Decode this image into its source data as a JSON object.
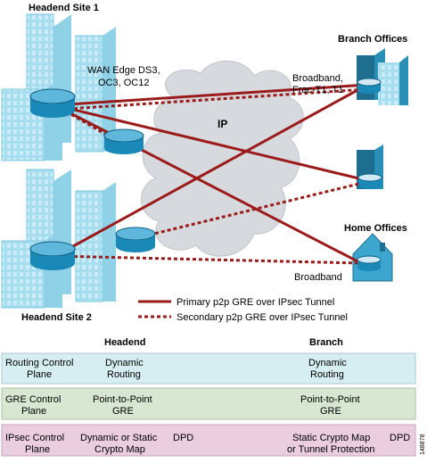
{
  "diagram": {
    "headend_site_1": "Headend Site 1",
    "headend_site_2": "Headend Site 2",
    "wan_edge_line1": "WAN Edge DS3,",
    "wan_edge_line2": "OC3, OC12",
    "ip_cloud": "IP",
    "branch_offices": "Branch Offices",
    "branch_link_line1": "Broadband,",
    "branch_link_line2": "Frac-T1, T1",
    "home_offices": "Home Offices",
    "home_link": "Broadband",
    "legend_primary": "Primary p2p GRE over IPsec Tunnel",
    "legend_secondary": "Secondary p2p GRE over IPsec Tunnel",
    "figure_id": "148878",
    "colors": {
      "building": "#9fdcef",
      "building_edge": "#7cc7e0",
      "router": "#1a89b8",
      "cloud": "#d6d9dd",
      "tunnel": "#9b1b1b"
    }
  },
  "table": {
    "header_headend": "Headend",
    "header_branch": "Branch",
    "rows": [
      {
        "label_1": "Routing Control",
        "label_2": "Plane",
        "headend_1": "Dynamic",
        "headend_2": "Routing",
        "headend_extra": "",
        "branch_1": "Dynamic",
        "branch_2": "Routing",
        "branch_extra": "",
        "color": "#d6eef2"
      },
      {
        "label_1": "GRE Control",
        "label_2": "Plane",
        "headend_1": "Point-to-Point",
        "headend_2": "GRE",
        "headend_extra": "",
        "branch_1": "Point-to-Point",
        "branch_2": "GRE",
        "branch_extra": "",
        "color": "#d7e7d2"
      },
      {
        "label_1": "IPsec Control",
        "label_2": "Plane",
        "headend_1": "Dynamic or Static",
        "headend_2": "Crypto Map",
        "headend_extra": "DPD",
        "branch_1": "Static Crypto Map",
        "branch_2": "or Tunnel Protection",
        "branch_extra": "DPD",
        "color": "#ebcde0"
      }
    ]
  }
}
